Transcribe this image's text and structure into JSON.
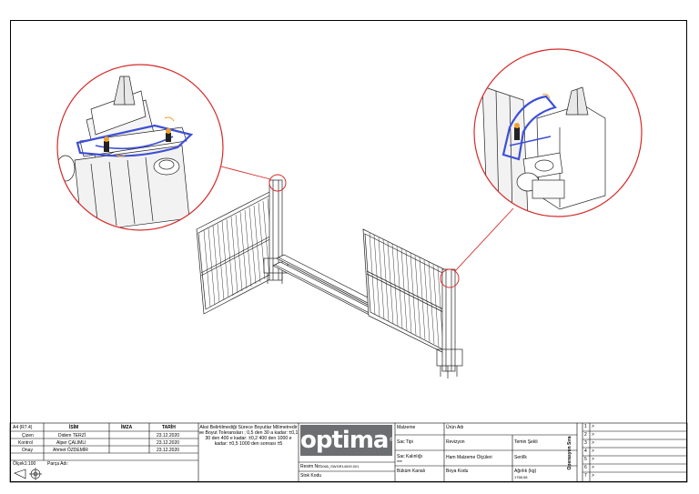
{
  "title_block": {
    "format": "A4 (R7.4)",
    "headers": {
      "name": "İSİM",
      "signature": "İMZA",
      "date": "TARİH"
    },
    "rows": [
      {
        "role": "Çizen",
        "name": "Didem TERZİ",
        "date": "23.12.2020"
      },
      {
        "role": "Kontrol",
        "name": "Alper ÇALIMLI",
        "date": "23.12.2020"
      },
      {
        "role": "Onay",
        "name": "Ahmet ÖZDEMİR",
        "date": "23.12.2020"
      }
    ],
    "scale": "Ölçek1:100",
    "part_name_label": "Parça Adı:",
    "tolerance_text": "Aksi Belirtilmediği Sürece Boyutlar Milimetredir ve Boyut Toleransları ; 0,5 den 30 a kadar: ±0,1 30 den 400 e kadar: ±0,2 400 den 1000 e kadar: ±0,5 1000 den sonrası ±5",
    "drawing_no_label": "Resim No:",
    "drawing_no": "1065_SWGR14000.001",
    "stock_code_label": "Stok Kodu",
    "logo": "optima",
    "logo_mark": "®",
    "material_label": "Malzeme",
    "product_name_label": "Ürün Adı",
    "sheet_type_label": "Sac Tipi",
    "revision_label": "Revizyon",
    "supply_label": "Temin Şekli",
    "sheet_thickness_label": "Sac Kalınlığı",
    "sheet_thickness_value": "***",
    "raw_material_label": "Ham Malzeme Ölçüleri",
    "series_label": "Seri/lk",
    "bending_label": "Büküm Kanalı",
    "paint_label": "Boya Kodu",
    "weight_label": "Ağırlık (kg)",
    "weight_value": "1768,58",
    "operation_sequence_label": "Operasyon Sıra",
    "operation_rows": [
      {
        "no": "1",
        "value": ">"
      },
      {
        "no": "2",
        "value": ">"
      },
      {
        "no": "3",
        "value": ">"
      },
      {
        "no": "4",
        "value": ">"
      },
      {
        "no": "5",
        "value": ">"
      },
      {
        "no": "6",
        "value": ">"
      },
      {
        "no": "7",
        "value": ">"
      }
    ]
  },
  "colors": {
    "accent": "#3d4fd6",
    "detail_circle": "#d62b2b",
    "logo_bg": "#6d6e71"
  }
}
